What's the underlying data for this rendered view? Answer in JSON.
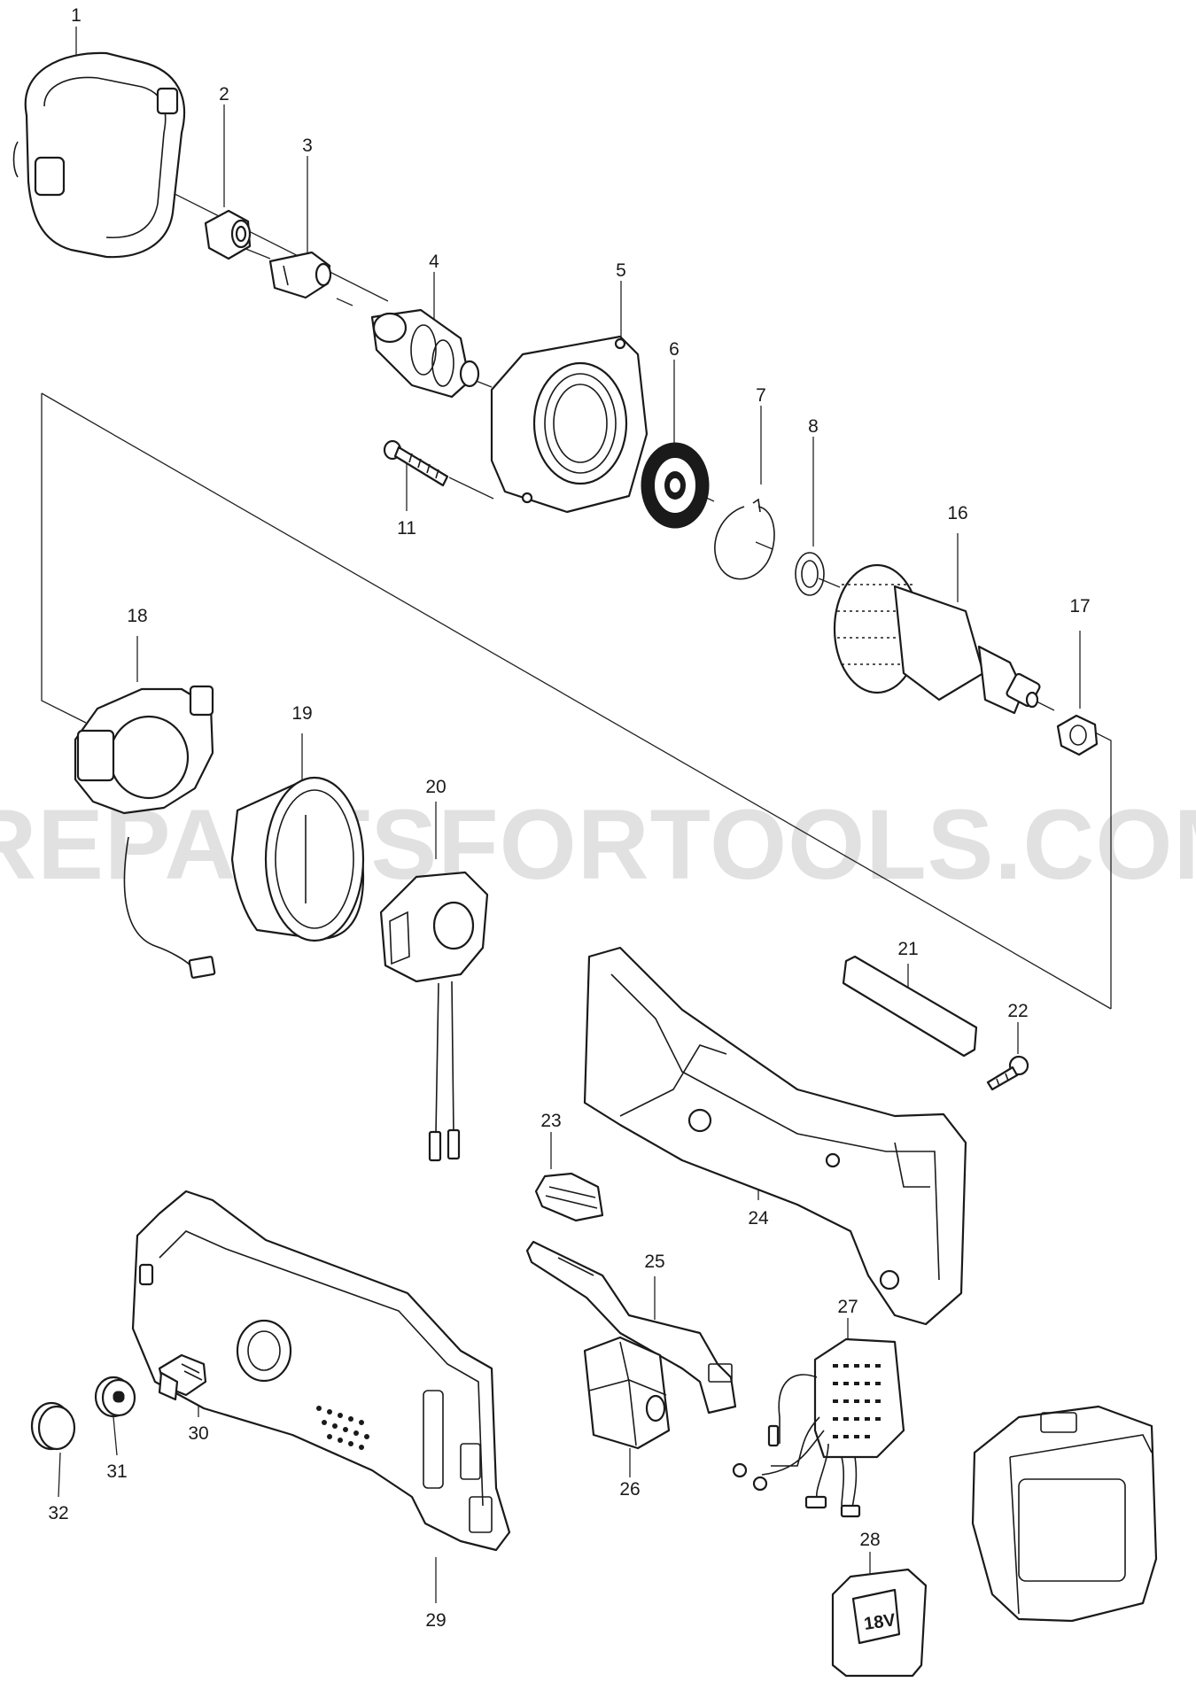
{
  "watermark": "SPAREPARTSFORTOOLS.COM.AU",
  "callouts": [
    "1",
    "2",
    "3",
    "4",
    "5",
    "6",
    "7",
    "8",
    "11",
    "16",
    "17",
    "18",
    "19",
    "20",
    "21",
    "22",
    "23",
    "24",
    "25",
    "26",
    "27",
    "28",
    "29",
    "30",
    "31",
    "32"
  ],
  "parts": [
    {
      "num": "1",
      "icon": "wheel-guard-icon"
    },
    {
      "num": "2",
      "icon": "collet-nut-icon"
    },
    {
      "num": "3",
      "icon": "collet-cone-icon"
    },
    {
      "num": "4",
      "icon": "spindle-icon"
    },
    {
      "num": "5",
      "icon": "bearing-box-icon"
    },
    {
      "num": "6",
      "icon": "ball-bearing-icon"
    },
    {
      "num": "7",
      "icon": "retaining-ring-icon"
    },
    {
      "num": "8",
      "icon": "snap-ring-icon"
    },
    {
      "num": "11",
      "icon": "screw-icon"
    },
    {
      "num": "16",
      "icon": "rotor-icon"
    },
    {
      "num": "17",
      "icon": "bearing-icon"
    },
    {
      "num": "18",
      "icon": "sensor-board-icon"
    },
    {
      "num": "19",
      "icon": "stator-icon"
    },
    {
      "num": "20",
      "icon": "switch-icon"
    },
    {
      "num": "21",
      "icon": "name-plate-icon"
    },
    {
      "num": "22",
      "icon": "tapping-screw-icon"
    },
    {
      "num": "23",
      "icon": "switch-button-icon"
    },
    {
      "num": "24",
      "icon": "housing-set-icon"
    },
    {
      "num": "25",
      "icon": "switch-lever-icon"
    },
    {
      "num": "26",
      "icon": "switch-unit-icon"
    },
    {
      "num": "27",
      "icon": "controller-icon"
    },
    {
      "num": "28",
      "icon": "battery-label-icon"
    },
    {
      "num": "29",
      "icon": "housing-half-icon"
    },
    {
      "num": "30",
      "icon": "brush-holder-icon"
    },
    {
      "num": "31",
      "icon": "cap-icon"
    },
    {
      "num": "32",
      "icon": "cover-icon"
    }
  ],
  "plate_text": "18V"
}
